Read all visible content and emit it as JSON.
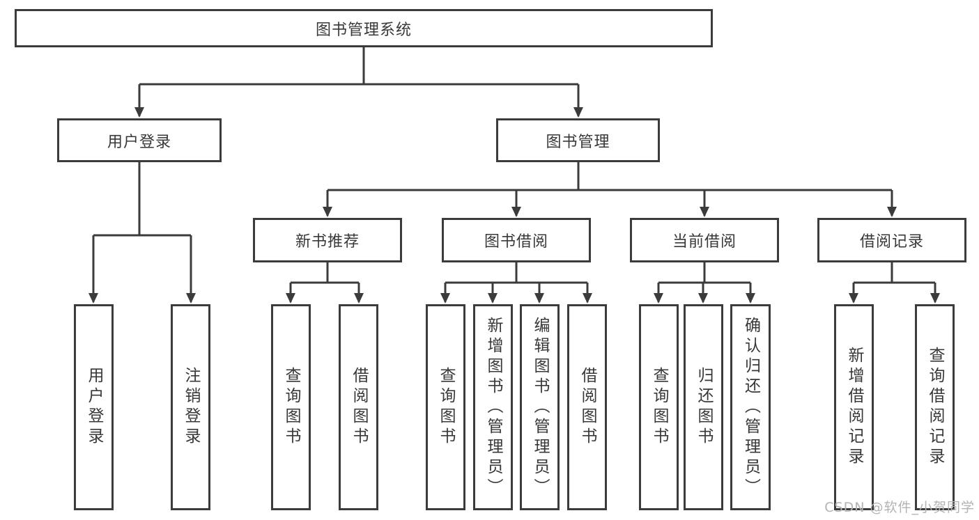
{
  "diagram": {
    "title": "图书管理系统",
    "nodes": {
      "root": {
        "label": "图书管理系统"
      },
      "userLogin": {
        "label": "用户登录"
      },
      "bookMgmt": {
        "label": "图书管理"
      },
      "login": {
        "label": "用户登录"
      },
      "logout": {
        "label": "注销登录"
      },
      "newBookRec": {
        "label": "新书推荐"
      },
      "bookBorrow": {
        "label": "图书借阅"
      },
      "currentBorrow": {
        "label": "当前借阅"
      },
      "borrowRecords": {
        "label": "借阅记录"
      },
      "g2Query": {
        "label": "查询图书"
      },
      "g2Borrow": {
        "label": "借阅图书"
      },
      "g3Query": {
        "label": "查询图书"
      },
      "g3Add": {
        "label": "新增图书（管理员）"
      },
      "g3Edit": {
        "label": "编辑图书（管理员）"
      },
      "g3Borrow": {
        "label": "借阅图书"
      },
      "g4Query": {
        "label": "查询图书"
      },
      "g4Return": {
        "label": "归还图书"
      },
      "g4Confirm": {
        "label": "确认归还（管理员）"
      },
      "g5Add": {
        "label": "新增借阅记录"
      },
      "g5Query": {
        "label": "查询借阅记录"
      }
    },
    "edges": [
      {
        "from": "图书管理系统",
        "to": [
          "用户登录",
          "图书管理"
        ]
      },
      {
        "from": "用户登录",
        "to": [
          "用户登录",
          "注销登录"
        ]
      },
      {
        "from": "图书管理",
        "to": [
          "新书推荐",
          "图书借阅",
          "当前借阅",
          "借阅记录"
        ]
      },
      {
        "from": "新书推荐",
        "to": [
          "查询图书",
          "借阅图书"
        ]
      },
      {
        "from": "图书借阅",
        "to": [
          "查询图书",
          "新增图书（管理员）",
          "编辑图书（管理员）",
          "借阅图书"
        ]
      },
      {
        "from": "当前借阅",
        "to": [
          "查询图书",
          "归还图书",
          "确认归还（管理员）"
        ]
      },
      {
        "from": "借阅记录",
        "to": [
          "新增借阅记录",
          "查询借阅记录"
        ]
      }
    ],
    "colors": {
      "line": "#3b3b3b",
      "box_border": "#3b3b3b",
      "box_bg": "#ffffff",
      "text": "#383838",
      "watermark": "#b3b3b3"
    }
  },
  "watermark": {
    "text": "CSDN @软件_小贺同学"
  }
}
